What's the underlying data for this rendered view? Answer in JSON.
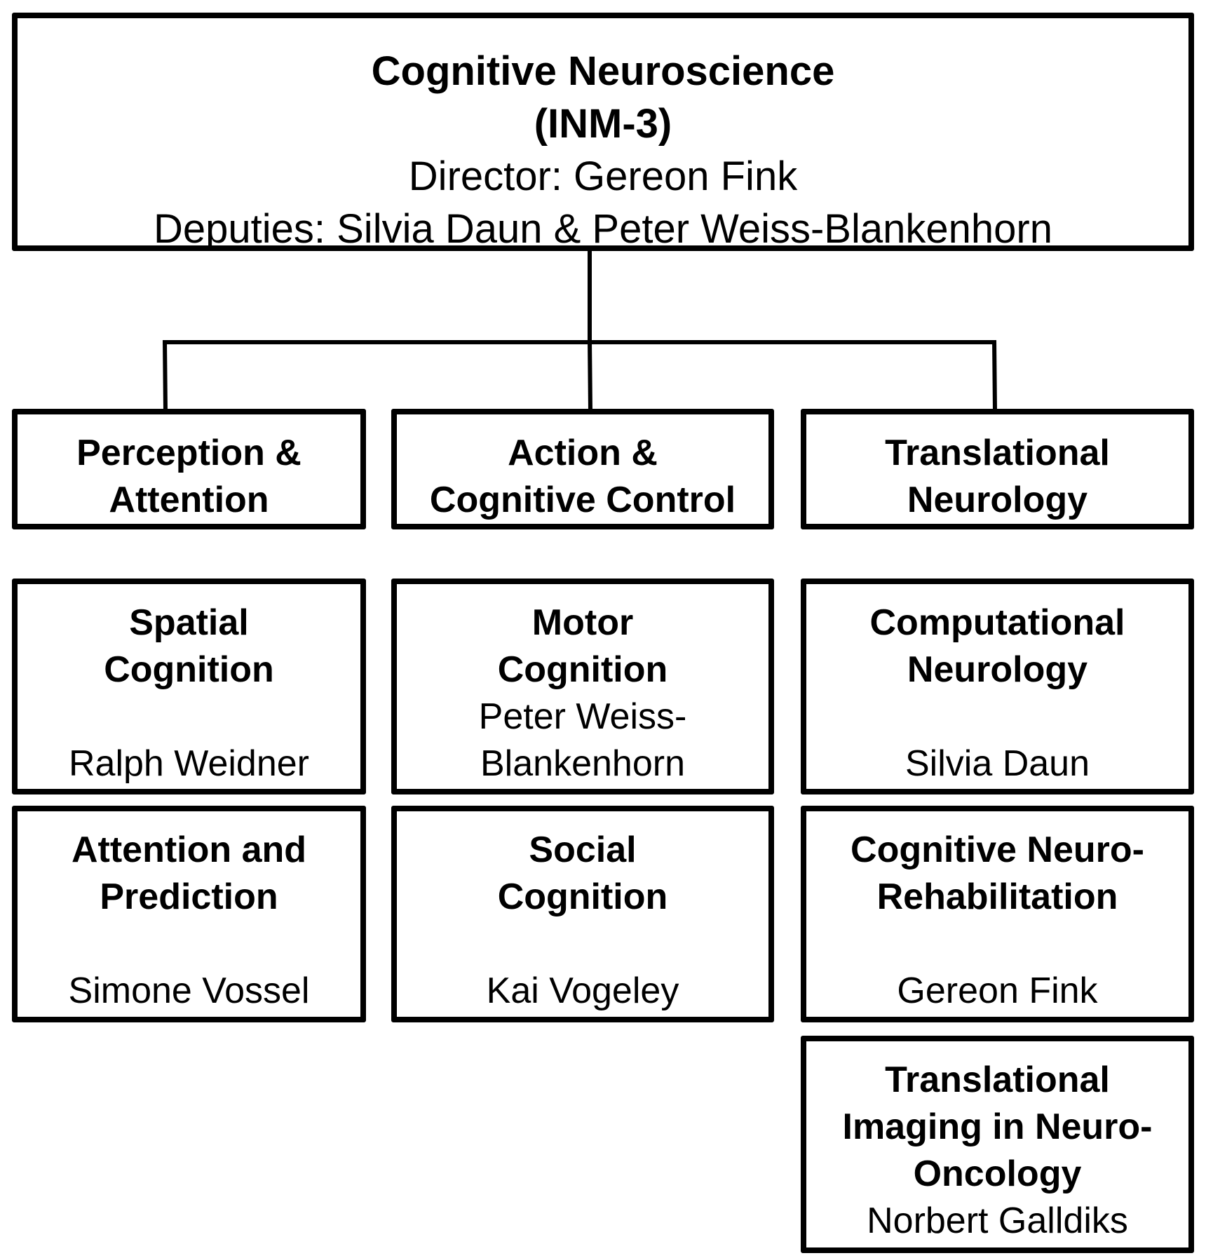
{
  "institute": {
    "title_line1": "Cognitive Neuroscience",
    "title_line2": "(INM-3)",
    "director": "Director: Gereon Fink",
    "deputies": "Deputies: Silvia Daun & Peter Weiss-Blankenhorn"
  },
  "departments": [
    {
      "name_lines": [
        "Perception &",
        "Attention"
      ],
      "groups": [
        {
          "name_lines": [
            "Spatial",
            "Cognition"
          ],
          "leader_lines": [
            "Ralph Weidner"
          ]
        },
        {
          "name_lines": [
            "Attention and",
            "Prediction"
          ],
          "leader_lines": [
            "Simone Vossel"
          ]
        }
      ]
    },
    {
      "name_lines": [
        "Action &",
        "Cognitive Control"
      ],
      "groups": [
        {
          "name_lines": [
            "Motor",
            "Cognition"
          ],
          "leader_lines": [
            "Peter Weiss-",
            "Blankenhorn"
          ]
        },
        {
          "name_lines": [
            "Social",
            "Cognition"
          ],
          "leader_lines": [
            "Kai Vogeley"
          ]
        }
      ]
    },
    {
      "name_lines": [
        "Translational",
        "Neurology"
      ],
      "groups": [
        {
          "name_lines": [
            "Computational",
            "Neurology"
          ],
          "leader_lines": [
            "Silvia Daun"
          ]
        },
        {
          "name_lines": [
            "Cognitive Neuro-",
            "Rehabilitation"
          ],
          "leader_lines": [
            "Gereon Fink"
          ]
        },
        {
          "name_lines": [
            "Translational",
            "Imaging in Neuro-",
            "Oncology"
          ],
          "leader_lines": [
            "Norbert Galldiks"
          ]
        }
      ]
    }
  ]
}
